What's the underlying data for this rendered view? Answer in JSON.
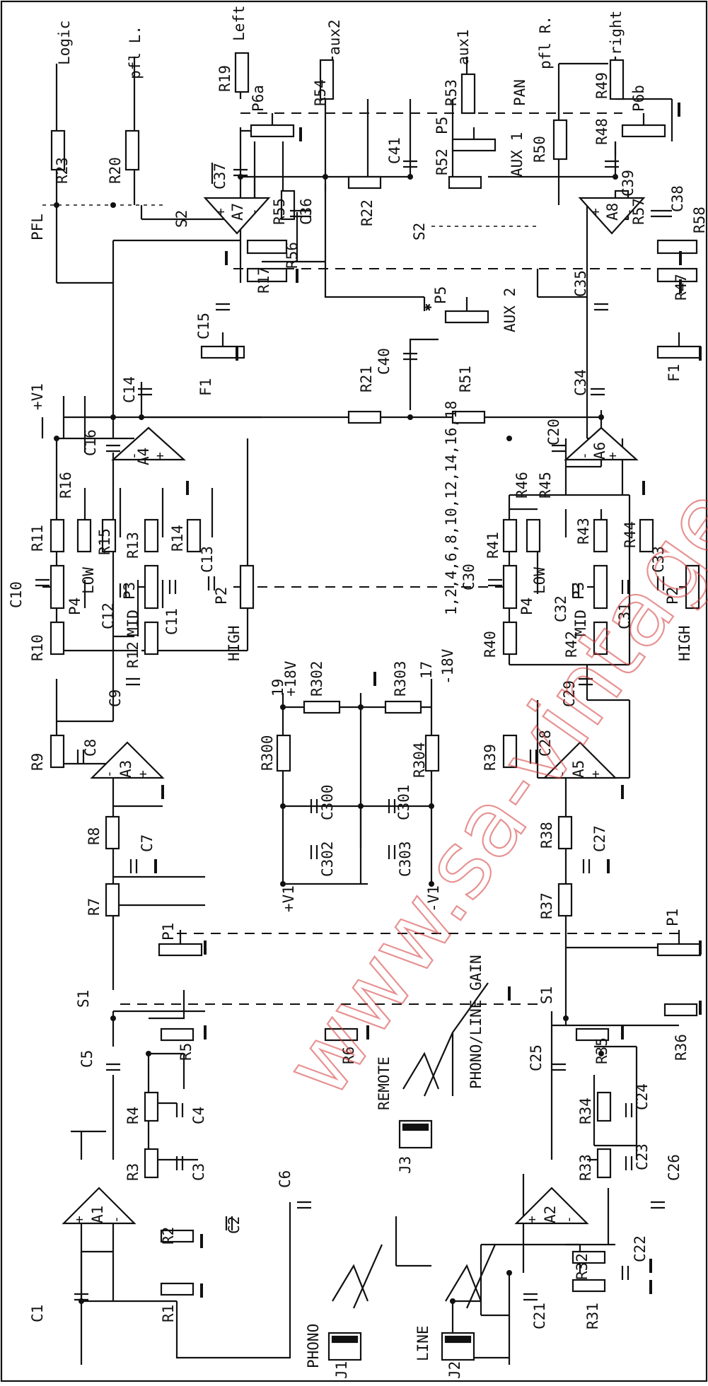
{
  "watermark": "www.sa-vintage.com",
  "labels": {
    "logic": "Logic",
    "pfl_l": "pfl L.",
    "left": "Left",
    "aux2": "aux2",
    "aux1": "aux1",
    "pfl_r": "pfl R.",
    "right": "right",
    "pan": "PAN",
    "pfl": "PFL",
    "s2": "S2",
    "v1": "+V1",
    "v1n": "-V1",
    "f1": "F1",
    "aux1_pot": "AUX 1",
    "aux2_pot": "AUX 2",
    "low": "LOW",
    "mid": "MID",
    "high": "HIGH",
    "gnd_pins": "1,2,4,6,8,10,12,14,16,18",
    "pin19": "19",
    "plus18": "+18V",
    "pin17": "17",
    "minus18": "-18V",
    "s1": "S1",
    "phono_line": "PHONO/LINE GAIN",
    "remote": "REMOTE",
    "phono": "PHONO",
    "line": "LINE",
    "star": "✱"
  },
  "resistors": {
    "r1": "R1",
    "r2": "R2",
    "r3": "R3",
    "r4": "R4",
    "r5": "R5",
    "r6": "R6",
    "r7": "R7",
    "r8": "R8",
    "r9": "R9",
    "r10": "R10",
    "r11": "R11",
    "r12": "R12",
    "r13": "R13",
    "r14": "R14",
    "r15": "R15",
    "r16": "R16",
    "r17": "R17",
    "r19": "R19",
    "r20": "R20",
    "r21": "R21",
    "r22": "R22",
    "r23": "R23",
    "r31": "R31",
    "r32": "R32",
    "r33": "R33",
    "r34": "R34",
    "r35": "R35",
    "r36": "R36",
    "r37": "R37",
    "r38": "R38",
    "r39": "R39",
    "r40": "R40",
    "r41": "R41",
    "r42": "R42",
    "r43": "R43",
    "r44": "R44",
    "r45": "R45",
    "r46": "R46",
    "r47": "R47",
    "r48": "R48",
    "r49": "R49",
    "r50": "R50",
    "r51": "R51",
    "r52": "R52",
    "r53": "R53",
    "r54": "R54",
    "r55": "R55",
    "r56": "R56",
    "r57": "R57",
    "r58": "R58",
    "r300": "R300",
    "r302": "R302",
    "r303": "R303",
    "r304": "R304"
  },
  "capacitors": {
    "c1": "C1",
    "c2": "C2",
    "c3": "C3",
    "c4": "C4",
    "c5": "C5",
    "c6": "C6",
    "c7": "C7",
    "c8": "C8",
    "c9": "C9",
    "c10": "C10",
    "c11": "C11",
    "c12": "C12",
    "c13": "C13",
    "c14": "C14",
    "c15": "C15",
    "c16": "C16",
    "c20": "C20",
    "c21": "C21",
    "c22": "C22",
    "c23": "C23",
    "c24": "C24",
    "c25": "C25",
    "c26": "C26",
    "c27": "C27",
    "c28": "C28",
    "c29": "C29",
    "c30": "C30",
    "c31": "C31",
    "c32": "C32",
    "c33": "C33",
    "c34": "C34",
    "c35": "C35",
    "c36": "C36",
    "c37": "C37",
    "c38": "C38",
    "c39": "C39",
    "c40": "C40",
    "c41": "C41",
    "c300": "C300",
    "c301": "C301",
    "c302": "C302",
    "c303": "C303"
  },
  "pots": {
    "p1": "P1",
    "p2": "P2",
    "p3": "P3",
    "p4": "P4",
    "p5": "P5",
    "p6a": "P6a",
    "p6b": "P6b"
  },
  "opamps": {
    "a1": "A1",
    "a2": "A2",
    "a3": "A3",
    "a4": "A4",
    "a5": "A5",
    "a6": "A6",
    "a7": "A7",
    "a8": "A8"
  },
  "jacks": {
    "j1": "J1",
    "j2": "J2",
    "j3": "J3"
  },
  "signs": {
    "plus": "+",
    "minus": "-"
  }
}
